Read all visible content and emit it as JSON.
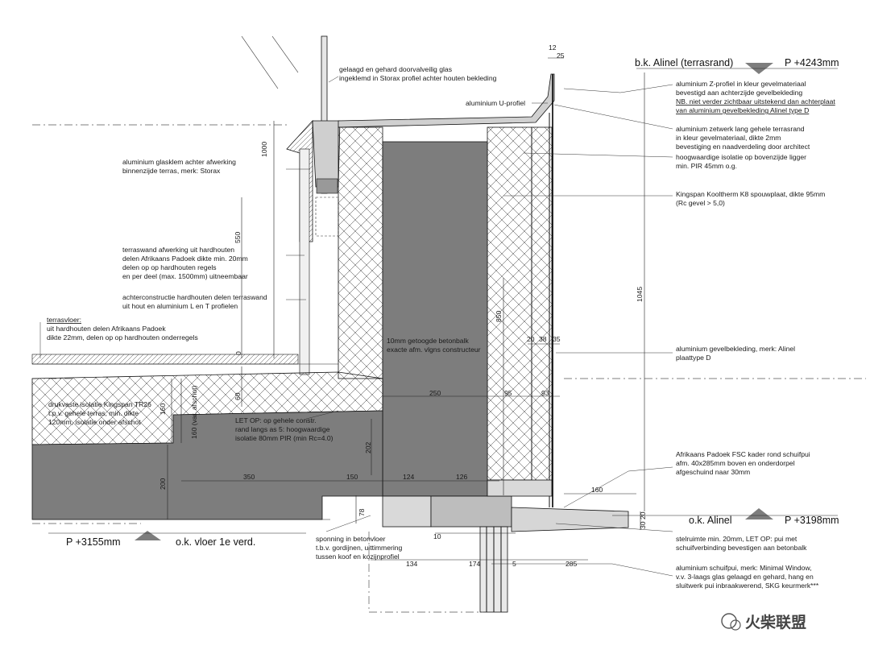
{
  "labels": {
    "glass": [
      "gelaagd en gehard doorvalveilig glas",
      "ingeklemd in Storax profiel achter houten bekleding"
    ],
    "u_profile": "aluminium U-profiel",
    "z_profile": [
      "aluminium Z-profiel in kleur gevelmateriaal",
      "bevestigd aan achterzijde gevelbekleding",
      "NB. niet verder zichtbaar uitstekend dan achterplaat",
      "van aluminium gevelbekleding Alinel type D"
    ],
    "zetwerk": [
      "aluminium zetwerk lang gehele terrasrand",
      "in kleur gevelmateriaal, dikte 2mm",
      "bevestiging en naadverdeling door architect"
    ],
    "pir_top": [
      "hoogwaardige isolatie op bovenzijde ligger",
      "min. PIR 45mm o.g."
    ],
    "kingspan_k8": [
      "Kingspan Kooltherm K8 spouwplaat, dikte 95mm",
      "(Rc gevel > 5,0)"
    ],
    "glasklem": [
      "aluminium glasklem achter afwerking",
      "binnenzijde terras, merk: Storax"
    ],
    "terraswand": [
      "terraswand afwerking uit hardhouten",
      "delen Afrikaans Padoek dikte min. 20mm",
      "delen op op hardhouten regels",
      "en per deel (max. 1500mm) uitneembaar"
    ],
    "achterconstructie": [
      "achterconstructie hardhouten delen terraswand",
      "uit hout en aluminium L en T profielen"
    ],
    "terrasvloer": [
      "terrasvloer:",
      "uit hardhouten delen Afrikaans Padoek",
      "dikte 22mm, delen op op hardhouten onderregels"
    ],
    "betonbalk": [
      "10mm getoogde betonbalk",
      "exacte afm. vlgns constructeur"
    ],
    "gevelbekleding": [
      "aluminium gevelbekleding, merk: Alinel",
      "plaattype D"
    ],
    "kingspan_tr26": [
      "drukvaste isolatie Kingspan TR26",
      "t.p.v. gehele terras, min. dikte",
      "120mm, isolatie onder afschot"
    ],
    "let_op": [
      "LET OP: op gehele constr.",
      "rand langs as 5: hoogwaardige",
      "isolatie 80mm PIR (min Rc=4.0)"
    ],
    "padoek_kader": [
      "Afrikaans Padoek FSC kader rond schuifpui",
      "afm. 40x285mm boven en onderdorpel",
      "afgeschuind naar 30mm"
    ],
    "stelruimte": [
      "stelruimte min. 20mm, LET OP: pui met",
      "schuifverbinding bevestigen aan betonbalk"
    ],
    "schuifpui": [
      "aluminium schuifpui, merk: Minimal Window,",
      "v.v. 3-laags glas gelaagd en gehard, hang en",
      "sluitwerk pui inbraakwerend, SKG keurmerk***"
    ],
    "sponning": [
      "sponning in betonvloer",
      "t.b.v. gordijnen, uittimmering",
      "tussen koof en kozijnprofiel"
    ]
  },
  "levels": {
    "top_name": "b.k. Alinel (terrasrand)",
    "top_value": "P +4243mm",
    "bottom_name": "o.k. Alinel",
    "bottom_value": "P +3198mm",
    "floor_value": "P +3155mm",
    "floor_name": "o.k. vloer 1e verd."
  },
  "dims": {
    "d12": "12",
    "d25": "25",
    "d1000": "1000",
    "d550": "550",
    "d1045": "1045",
    "d850": "850",
    "d0": "0",
    "d60": "60",
    "d160a": "160",
    "d160b": "160 (var. afschot)",
    "d202": "202",
    "d200": "200",
    "d250": "250",
    "d95": "95",
    "d93": "93",
    "d20": "20",
    "d38": "38",
    "d35": "35",
    "d350": "350",
    "d150": "150",
    "d124": "124",
    "d126": "126",
    "d160c": "160",
    "d78": "78",
    "d10": "10",
    "d134": "134",
    "d174": "174",
    "d5": "5",
    "d285": "285",
    "d3020": "30 20"
  },
  "watermark": "火柴联盟"
}
